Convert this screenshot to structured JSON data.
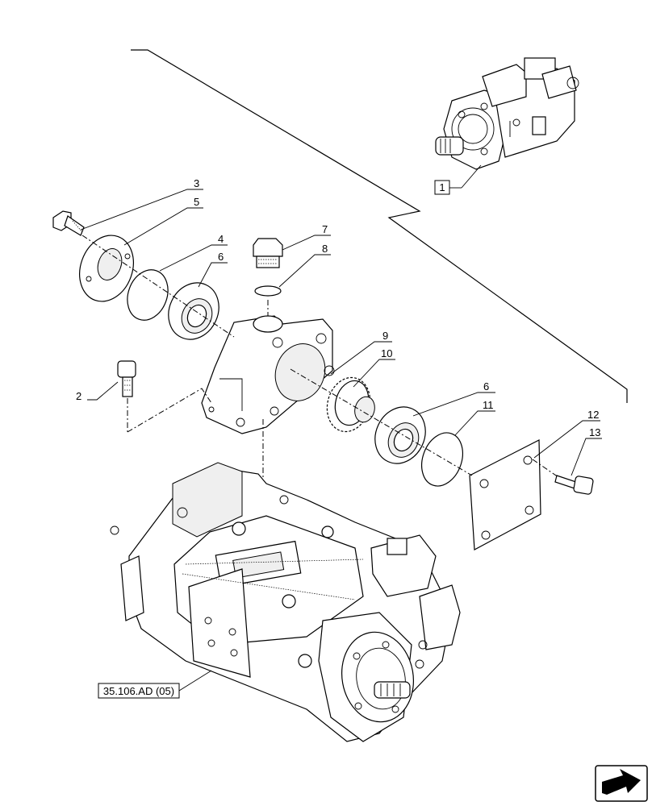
{
  "callouts": {
    "c1": "1",
    "c2": "2",
    "c3": "3",
    "c4": "4",
    "c5": "5",
    "c6a": "6",
    "c6b": "6",
    "c7": "7",
    "c8": "8",
    "c9": "9",
    "c10": "10",
    "c11": "11",
    "c12": "12",
    "c13": "13"
  },
  "reference": "35.106.AD (05)",
  "icons": {
    "nav": "next-page-arrow-icon"
  }
}
